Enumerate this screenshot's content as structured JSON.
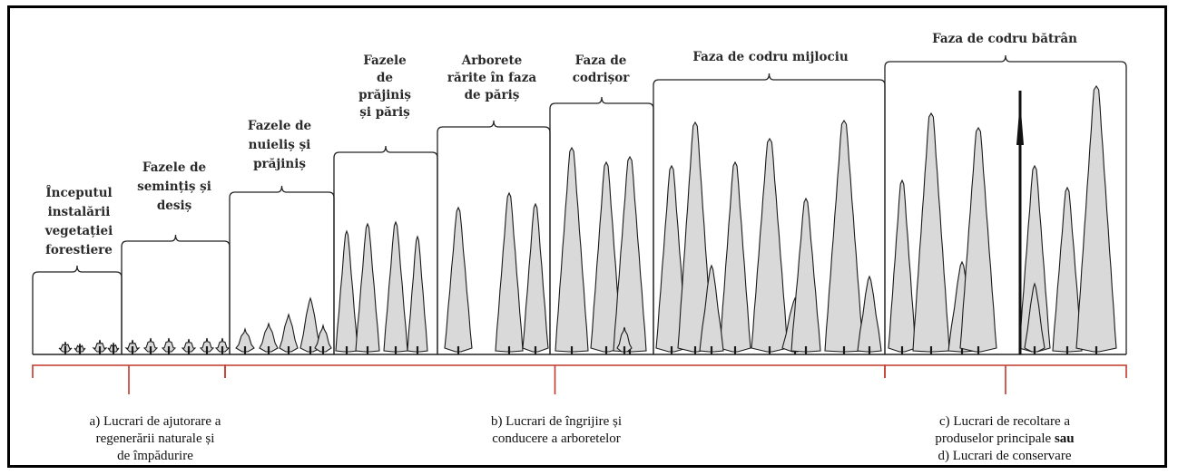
{
  "phases": [
    {
      "id": "p1",
      "lines": [
        "Începutul",
        "instalării",
        "vegetației",
        "forestiere"
      ]
    },
    {
      "id": "p2",
      "lines": [
        "Fazele de",
        "semințiș și",
        "desiș"
      ]
    },
    {
      "id": "p3",
      "lines": [
        "Fazele de",
        "nuieliș și",
        "prăjiniș"
      ]
    },
    {
      "id": "p4",
      "lines": [
        "Fazele",
        "de",
        "prăjiniș",
        "și păriș"
      ]
    },
    {
      "id": "p5",
      "lines": [
        "Arborete",
        "rărite în faza",
        "de păriș"
      ]
    },
    {
      "id": "p6",
      "lines": [
        "Faza de",
        "codrișor"
      ]
    },
    {
      "id": "p7",
      "lines": [
        "Faza de codru mijlociu"
      ]
    },
    {
      "id": "p8",
      "lines": [
        "Faza de codru bătrân"
      ]
    }
  ],
  "works": [
    {
      "id": "a",
      "lines": [
        "a) Lucrari de ajutorare a",
        "regenerării naturale și",
        "de împădurire"
      ]
    },
    {
      "id": "b",
      "lines": [
        "b) Lucrari de îngrijire și",
        "conducere a arboretelor"
      ]
    },
    {
      "id": "c",
      "lines": [
        "c) Lucrari de recoltare a",
        "produselor principale |sau",
        "d) Lucrari de conservare"
      ]
    }
  ],
  "colors": {
    "line": "#222222",
    "bracket_red": "#c0392b",
    "tree_fill": "#d9d9d9",
    "tree_stroke": "#1a1a1a"
  }
}
